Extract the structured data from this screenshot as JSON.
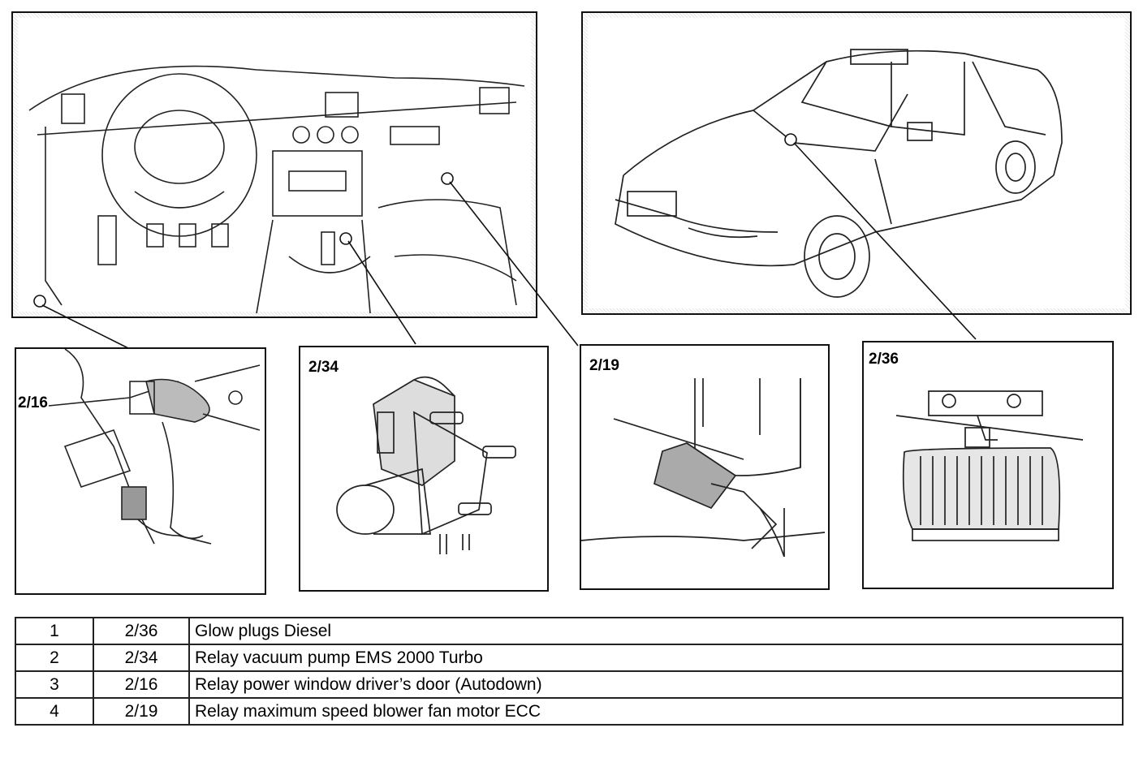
{
  "panels": {
    "interior": {},
    "car": {},
    "p216": {
      "label": "2/16"
    },
    "p234": {
      "label": "2/34"
    },
    "p219": {
      "label": "2/19"
    },
    "p236": {
      "label": "2/36"
    }
  },
  "legend": [
    {
      "num": "1",
      "code": "2/36",
      "desc": "Glow plugs Diesel"
    },
    {
      "num": "2",
      "code": "2/34",
      "desc": "Relay vacuum pump EMS 2000 Turbo"
    },
    {
      "num": "3",
      "code": "2/16",
      "desc": "Relay power window driver’s door (Autodown)"
    },
    {
      "num": "4",
      "code": "2/19",
      "desc": "Relay maximum speed blower fan motor ECC"
    }
  ]
}
